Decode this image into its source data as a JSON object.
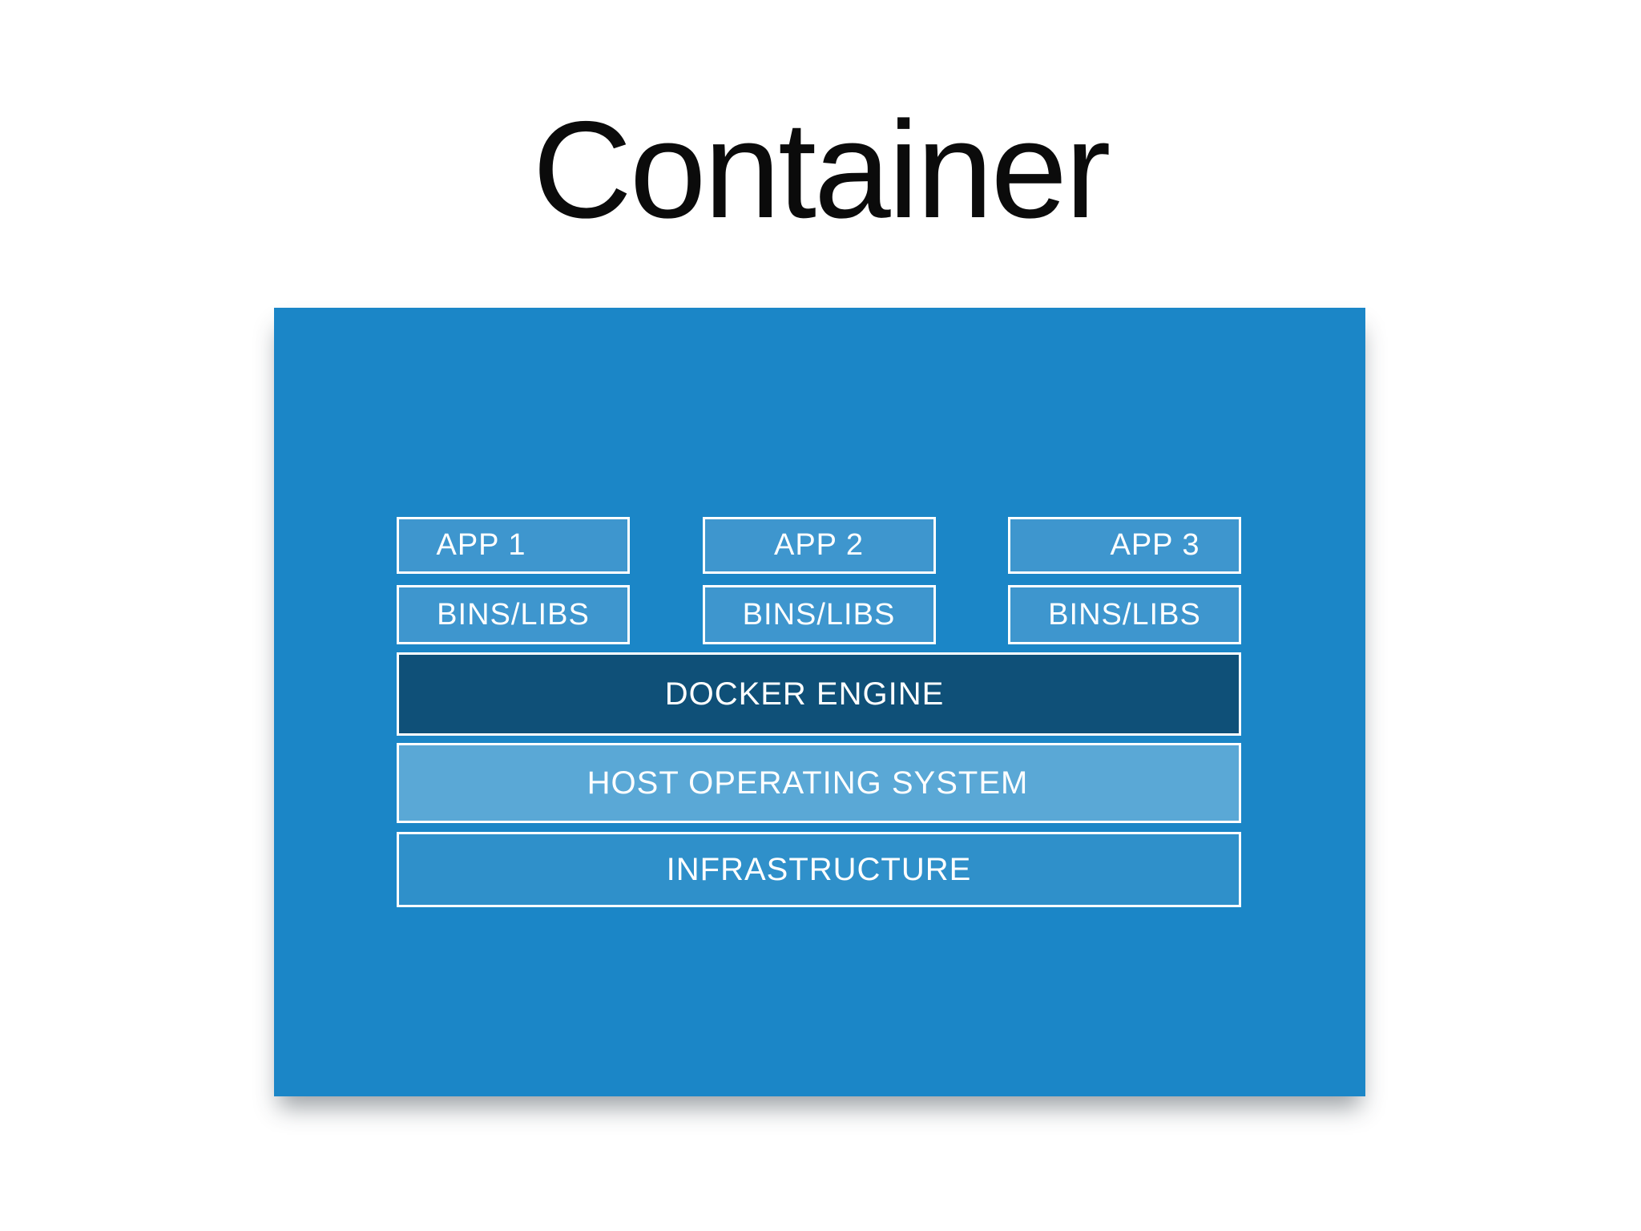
{
  "page": {
    "title": "Container",
    "background": "#ffffff",
    "title_color": "#0b0b0b"
  },
  "panel": {
    "background": "#1b86c7",
    "border_color": "#ffffff",
    "box_fill": "#3e96ce",
    "columns": [
      {
        "app": "APP 1",
        "libs": "BINS/LIBS"
      },
      {
        "app": "APP 2",
        "libs": "BINS/LIBS"
      },
      {
        "app": "APP 3",
        "libs": "BINS/LIBS"
      }
    ],
    "layers": [
      {
        "label": "DOCKER ENGINE",
        "color": "#0f5078"
      },
      {
        "label": "HOST OPERATING SYSTEM",
        "color": "#5aa8d6"
      },
      {
        "label": "INFRASTRUCTURE",
        "color": "#2f90ca"
      }
    ]
  }
}
